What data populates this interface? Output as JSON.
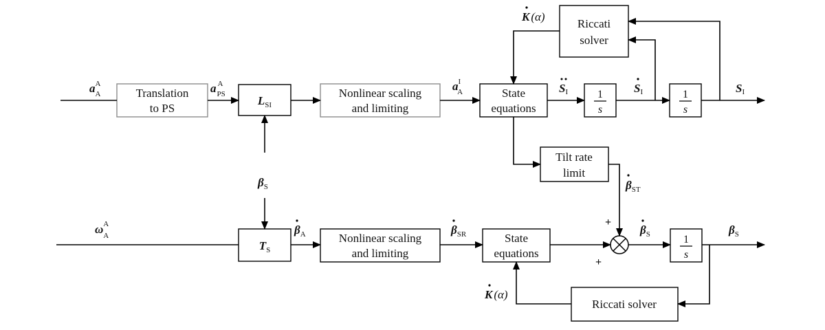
{
  "blocks": {
    "translation": [
      "Translation",
      "to PS"
    ],
    "nonlinear_top": [
      "Nonlinear scaling",
      "and limiting"
    ],
    "state_top": [
      "State",
      "equations"
    ],
    "riccati_top": [
      "Riccati",
      "solver"
    ],
    "tilt": [
      "Tilt rate",
      "limit"
    ],
    "nonlinear_bot": [
      "Nonlinear scaling",
      "and limiting"
    ],
    "state_bot": [
      "State",
      "equations"
    ],
    "riccati_bot": "Riccati solver",
    "integrator_num": "1",
    "integrator_den": "s"
  },
  "symbols": {
    "a": "a",
    "a_sub": "A",
    "a_sup": "A",
    "aps_sub": "PS",
    "aps_sup": "A",
    "ai_sub": "A",
    "ai_sup": "I",
    "L": "L",
    "L_sub": "SI",
    "T": "T",
    "T_sub": "S",
    "beta": "β",
    "beta_s_sub": "S",
    "beta_a_sub": "A",
    "beta_sr_sub": "SR",
    "beta_st_sub": "ST",
    "omega": "ω",
    "omega_sub": "A",
    "omega_sup": "A",
    "S": "S",
    "S_sub": "I",
    "K": "K",
    "alpha": "(α)"
  },
  "signs": {
    "plus_top": "+",
    "plus_left": "+"
  }
}
